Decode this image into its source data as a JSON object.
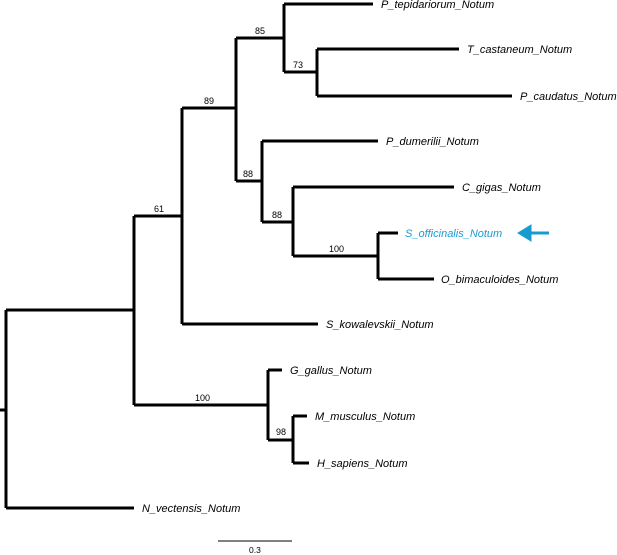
{
  "tree": {
    "leaves": [
      {
        "id": "ptep",
        "label": "P_tepidariorum_Notum"
      },
      {
        "id": "tcas",
        "label": "T_castaneum_Notum"
      },
      {
        "id": "pcau",
        "label": "P_caudatus_Notum"
      },
      {
        "id": "pdum",
        "label": "P_dumerilii_Notum"
      },
      {
        "id": "cgig",
        "label": "C_gigas_Notum"
      },
      {
        "id": "soff",
        "label": "S_officinalis_Notum",
        "highlight": true,
        "color": "#1a9bd0"
      },
      {
        "id": "obim",
        "label": "O_bimaculoides_Notum"
      },
      {
        "id": "skow",
        "label": "S_kowalevskii_Notum"
      },
      {
        "id": "ggal",
        "label": "G_gallus_Notum"
      },
      {
        "id": "mmus",
        "label": "M_musculus_Notum"
      },
      {
        "id": "hsap",
        "label": "H_sapiens_Notum"
      },
      {
        "id": "nvec",
        "label": "N_vectensis_Notum"
      }
    ],
    "support_values": [
      {
        "id": "n85",
        "value": "85"
      },
      {
        "id": "n73",
        "value": "73"
      },
      {
        "id": "n89",
        "value": "89"
      },
      {
        "id": "n88a",
        "value": "88"
      },
      {
        "id": "n88b",
        "value": "88"
      },
      {
        "id": "n100a",
        "value": "100"
      },
      {
        "id": "n61",
        "value": "61"
      },
      {
        "id": "n100b",
        "value": "100"
      },
      {
        "id": "n98",
        "value": "98"
      }
    ],
    "scale_bar": {
      "label": "0.3"
    },
    "highlight_marker": {
      "icon": "left-arrow-icon",
      "color": "#1a9bd0",
      "target": "S_officinalis_Notum"
    }
  }
}
